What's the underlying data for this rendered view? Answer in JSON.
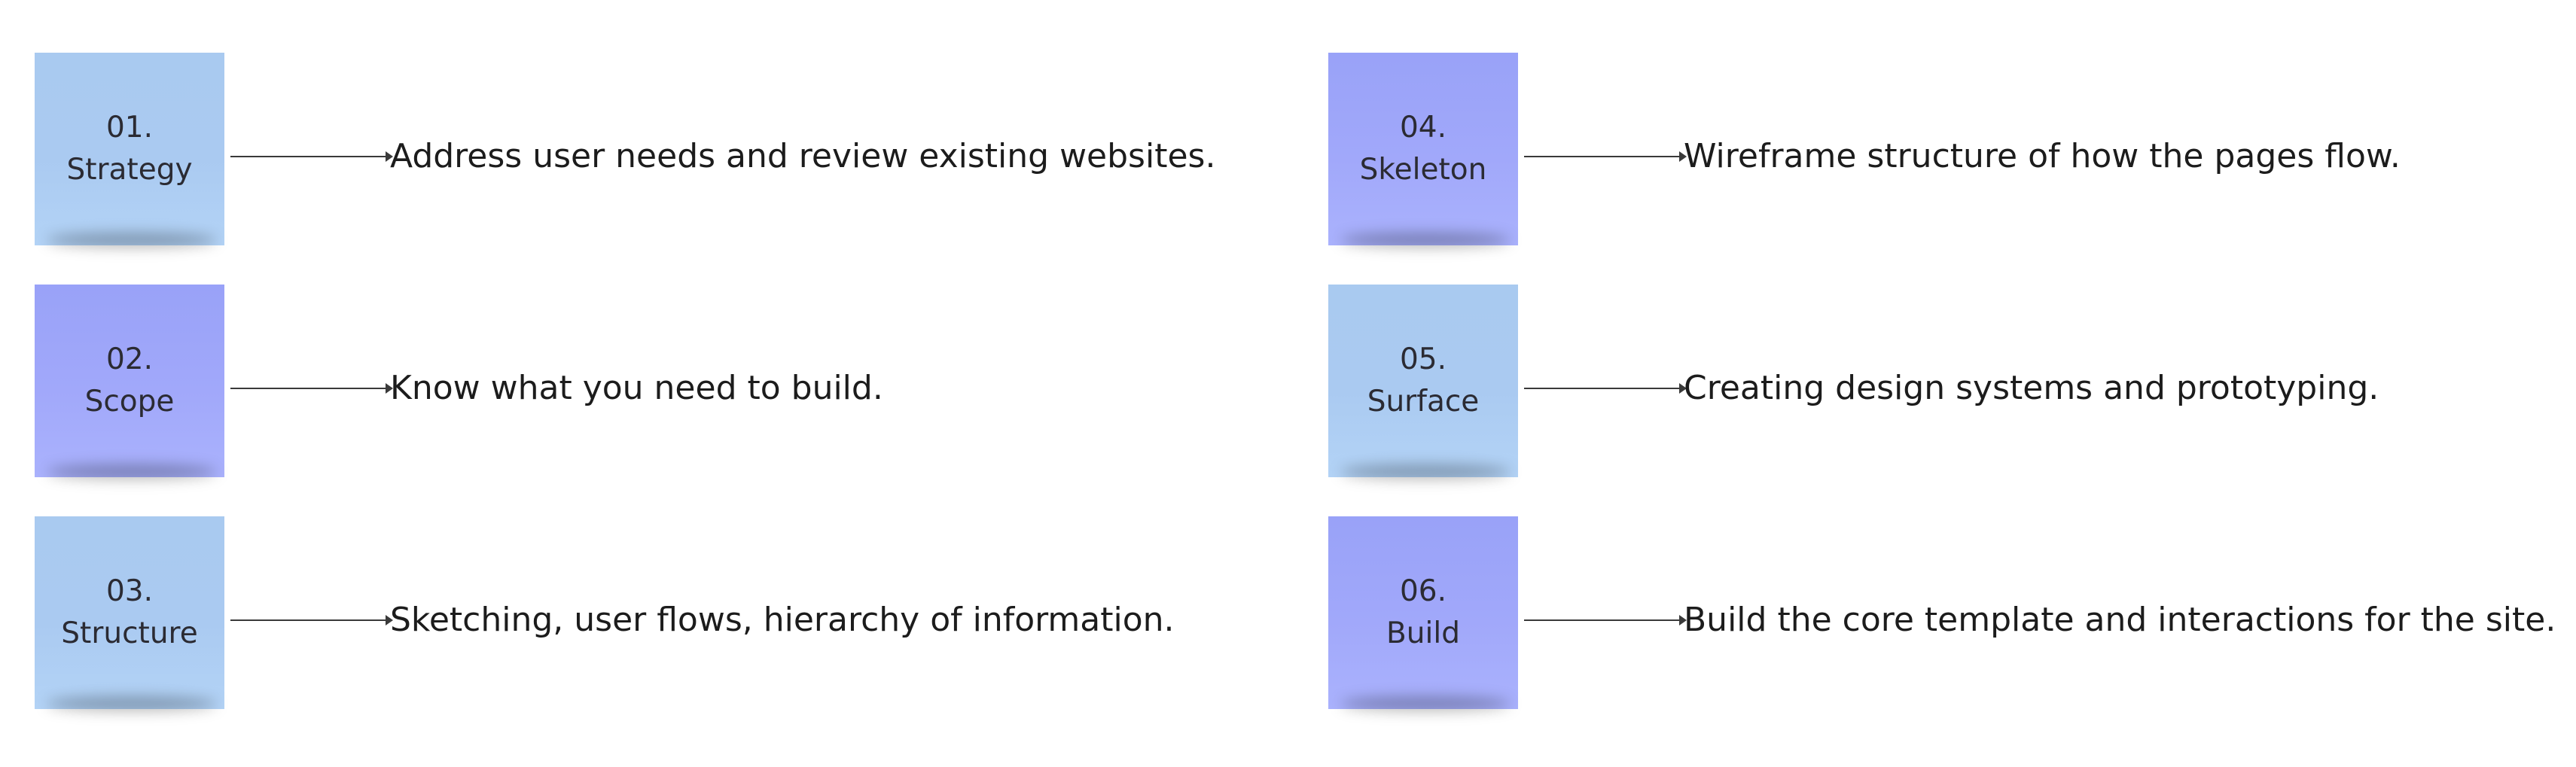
{
  "steps": [
    {
      "number": "01.",
      "title": "Strategy",
      "description": "Address user needs and review existing websites.",
      "color": "#aacaf1"
    },
    {
      "number": "02.",
      "title": "Scope",
      "description": "Know what you need to build.",
      "color": "#a1a8fa"
    },
    {
      "number": "03.",
      "title": "Structure",
      "description": "Sketching, user flows, hierarchy of information.",
      "color": "#aacaf1"
    },
    {
      "number": "04.",
      "title": "Skeleton",
      "description": "Wireframe structure of how the pages flow.",
      "color": "#a1a8fa"
    },
    {
      "number": "05.",
      "title": "Surface",
      "description": "Creating design systems and prototyping.",
      "color": "#aacaf1"
    },
    {
      "number": "06.",
      "title": "Build",
      "description": "Build the core template and interactions for the site.",
      "color": "#a1a8fa"
    }
  ]
}
